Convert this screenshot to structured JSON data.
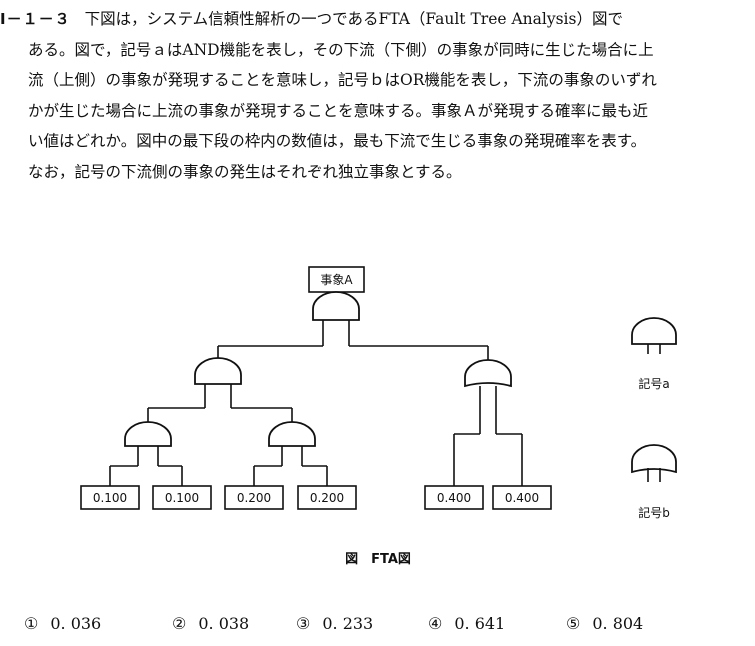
{
  "question": {
    "number": "Ⅰ－１－３",
    "lines": [
      "下図は，システム信頼性解析の一つであるFTA（Fault Tree Analysis）図で",
      "ある。図で，記号ａはAND機能を表し，その下流（下側）の事象が同時に生じた場合に上",
      "流（上側）の事象が発現することを意味し，記号ｂはOR機能を表し，下流の事象のいずれ",
      "かが生じた場合に上流の事象が発現することを意味する。事象Ａが発現する確率に最も近",
      "い値はどれか。図中の最下段の枠内の数値は，最も下流で生じる事象の発現確率を表す。",
      "なお，記号の下流側の事象の発生はそれぞれ独立事象とする。"
    ]
  },
  "diagram": {
    "top_event": "事象A",
    "leaves": [
      "0.100",
      "0.100",
      "0.200",
      "0.200",
      "0.400",
      "0.400"
    ],
    "legend": {
      "a": "記号a",
      "b": "記号b"
    },
    "caption": "図　FTA図"
  },
  "answers": [
    {
      "mark": "①",
      "value": "0. 036"
    },
    {
      "mark": "②",
      "value": "0. 038"
    },
    {
      "mark": "③",
      "value": "0. 233"
    },
    {
      "mark": "④",
      "value": "0. 641"
    },
    {
      "mark": "⑤",
      "value": "0. 804"
    }
  ]
}
